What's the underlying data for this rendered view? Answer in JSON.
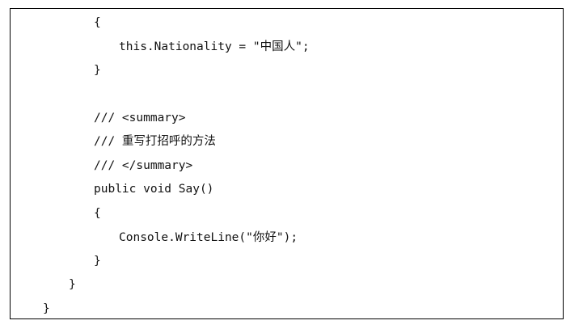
{
  "code": {
    "lines": [
      "{",
      "this.Nationality = \"中国人\";",
      "}",
      "",
      "/// <summary>",
      "/// 重写打招呼的方法",
      "/// </summary>",
      "public void Say()",
      "{",
      "Console.WriteLine(\"你好\");",
      "}",
      "}",
      "}"
    ]
  }
}
